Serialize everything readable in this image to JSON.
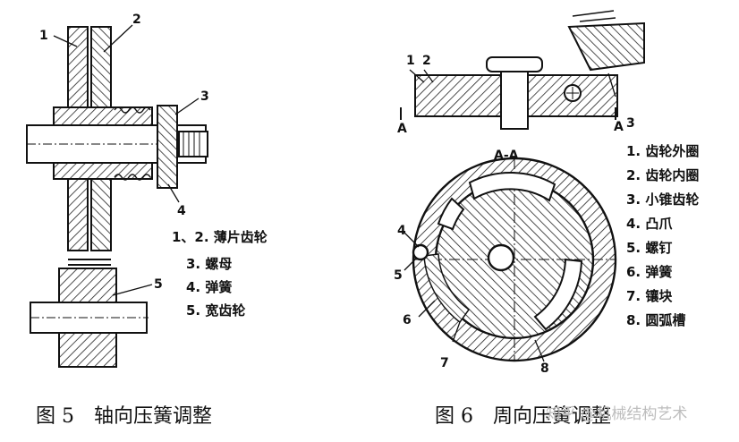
{
  "figure5": {
    "callouts": [
      "1",
      "2",
      "3",
      "4",
      "5"
    ],
    "legend": [
      "1、2. 薄片齿轮",
      "3. 螺母",
      "4. 弹簧",
      "5. 宽齿轮"
    ],
    "caption": "图 5　轴向压簧调整"
  },
  "figure6": {
    "callouts": [
      "1",
      "2",
      "3",
      "4",
      "5",
      "6",
      "7",
      "8"
    ],
    "section_marks": [
      "A",
      "A"
    ],
    "section_label": "A-A",
    "legend": [
      "1. 齿轮外圈",
      "2. 齿轮内圈",
      "3. 小锥齿轮",
      "4. 凸爪",
      "5. 螺钉",
      "6. 弹簧",
      "7. 镶块",
      "8. 圆弧槽"
    ],
    "caption": "图 6　周向压簧调整"
  },
  "watermark": "知乎 @机械结构艺术"
}
